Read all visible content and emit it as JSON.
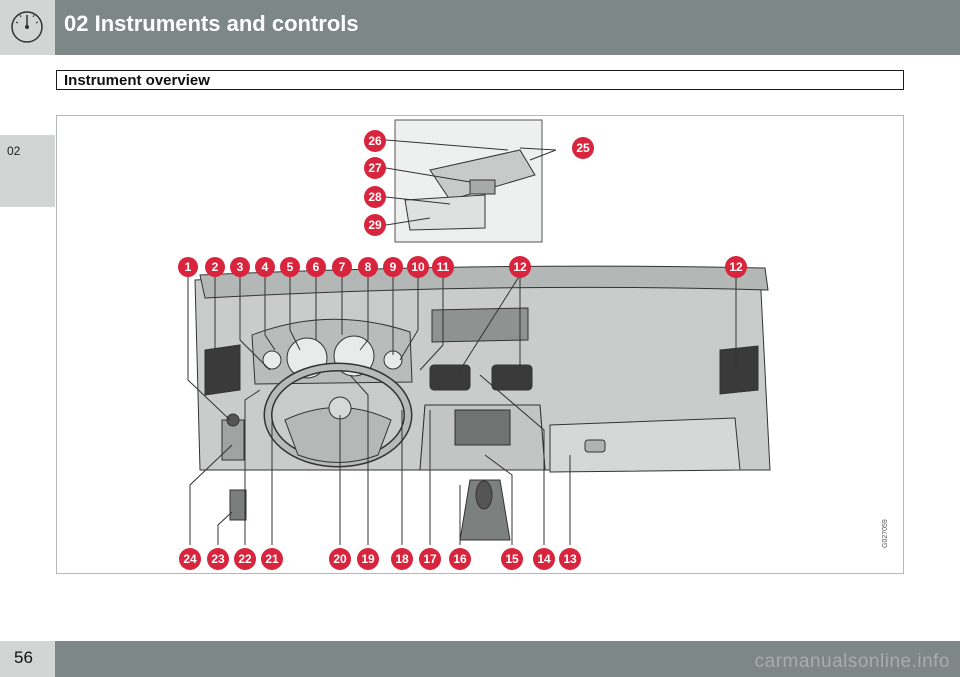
{
  "header": {
    "title": "02 Instruments and controls",
    "icon": "gauge-icon"
  },
  "section": {
    "title": "Instrument overview"
  },
  "side_tab": {
    "label": "02"
  },
  "footer": {
    "page_number": "56",
    "watermark": "carmanualsonline.info"
  },
  "figure": {
    "code": "G027059",
    "callouts": [
      "1",
      "2",
      "3",
      "4",
      "5",
      "6",
      "7",
      "8",
      "9",
      "10",
      "11",
      "12",
      "12",
      "13",
      "14",
      "15",
      "16",
      "17",
      "18",
      "19",
      "20",
      "21",
      "22",
      "23",
      "24",
      "25",
      "26",
      "27",
      "28",
      "29"
    ],
    "callout_color": "#d8243c"
  }
}
